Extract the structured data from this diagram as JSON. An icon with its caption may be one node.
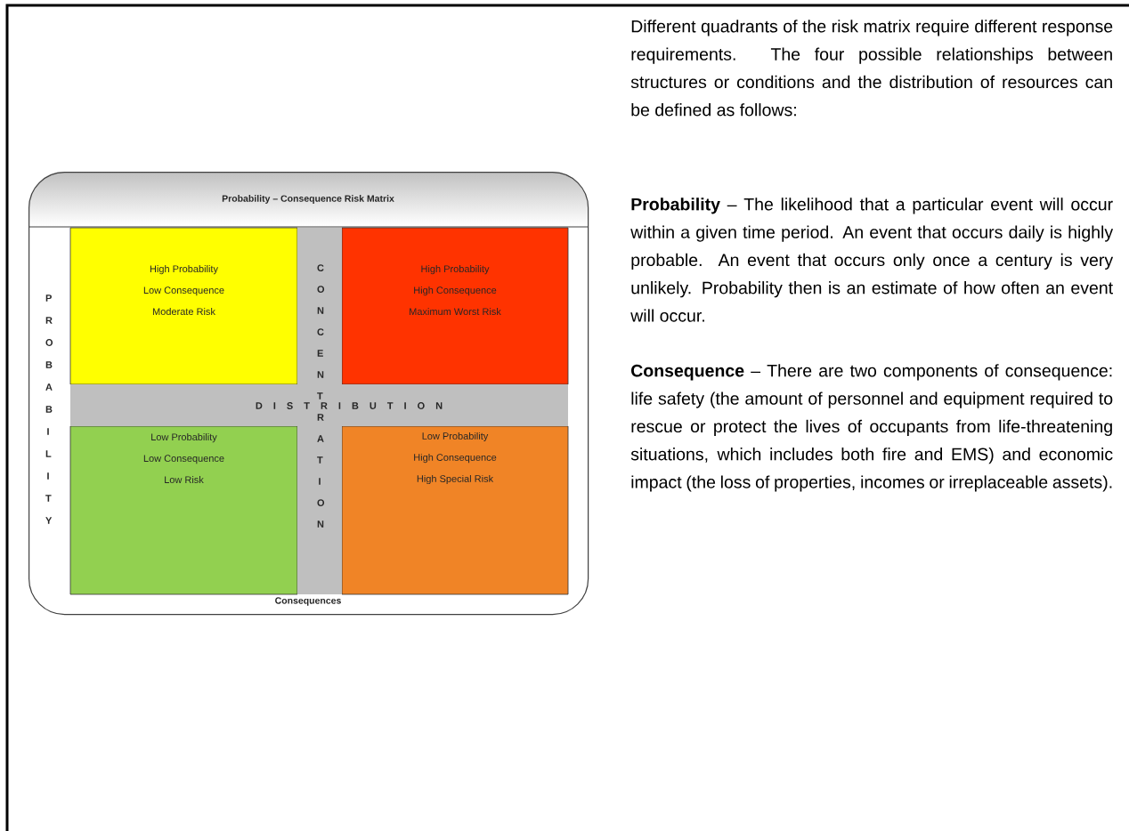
{
  "diagram": {
    "nodes": [
      {
        "text": [
          "Probability – Consequence Risk Matrix",
          "Consequences"
        ]
      },
      {
        "text": [
          "High Probability Low Consequence",
          "Moderate Risk"
        ],
        "in": 0
      },
      {
        "text": [
          "CONCENTRATION"
        ],
        "in": 0
      },
      {
        "text": [
          "High Probability High Consequence",
          "Maximum Worst Risk"
        ],
        "in": 0
      },
      {
        "text": [
          "D I S T R I B U T I O N"
        ],
        "in": 0
      },
      {
        "text": [
          "Low Probability Low Consequence",
          "Low Risk"
        ],
        "in": 0
      },
      {
        "text": [
          "Low Probability High Consequence",
          "High Special Risk"
        ],
        "in": 0
      }
    ],
    "edges": [],
    "labels": [
      "PROBABILITY",
      "Different quadrants of the risk matrix require different response requirements. The four possible relationships between structures or conditions and the distribution of resources can be defined as follows:",
      "**Probability** – The likelihood that a particular event will occur within a given time period. An event that occurs daily is highly probable. An event that occurs only once a century is very unlikely. Probability then is an estimate of how often an event will occur.",
      "**Consequence** – There are two components of consequence: life safety (the amount of personnel and equipment required to rescue or protect the lives of occupants from life-threatening situations, which includes both fire and EMS) and economic impact (the loss of properties, incomes or irreplaceable assets)."
    ]
  }
}
